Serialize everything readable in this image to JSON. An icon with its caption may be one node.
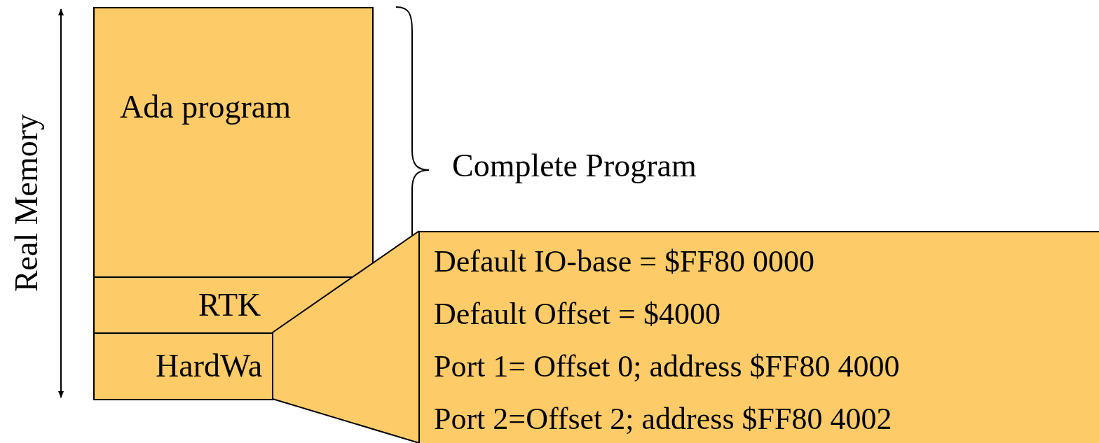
{
  "diagram": {
    "nodes": [
      {
        "text": [
          "Ada program"
        ]
      },
      {
        "text": [
          "RTK"
        ]
      },
      {
        "text": [
          "HardWa"
        ]
      },
      {
        "text": [
          "Default IO-base = $FF80 0000",
          "Default Offset = $4000",
          "Port 1= Offset 0; address $FF80 4000",
          "Port 2=Offset 2; address $FF80 4002"
        ]
      }
    ],
    "edges": [
      {
        "from": 3,
        "to": 2,
        "arrow": "none"
      }
    ],
    "labels": [
      "Real Memory",
      "Complete Program"
    ]
  }
}
